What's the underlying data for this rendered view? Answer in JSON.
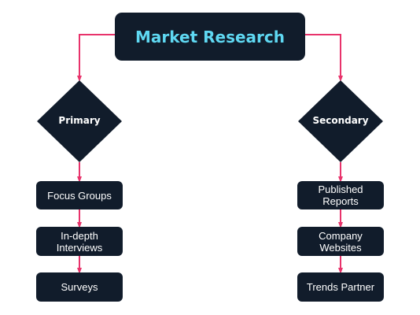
{
  "title": "Market Research",
  "branches": [
    {
      "label": "Primary",
      "items": [
        "Focus Groups",
        "In-depth Interviews",
        "Surveys"
      ]
    },
    {
      "label": "Secondary",
      "items": [
        "Published Reports",
        "Company Websites",
        "Trends Partner"
      ]
    }
  ],
  "colors": {
    "node_fill": "#111c2b",
    "title_text": "#5fd8f2",
    "connector": "#e8336b",
    "node_text": "#ffffff"
  }
}
